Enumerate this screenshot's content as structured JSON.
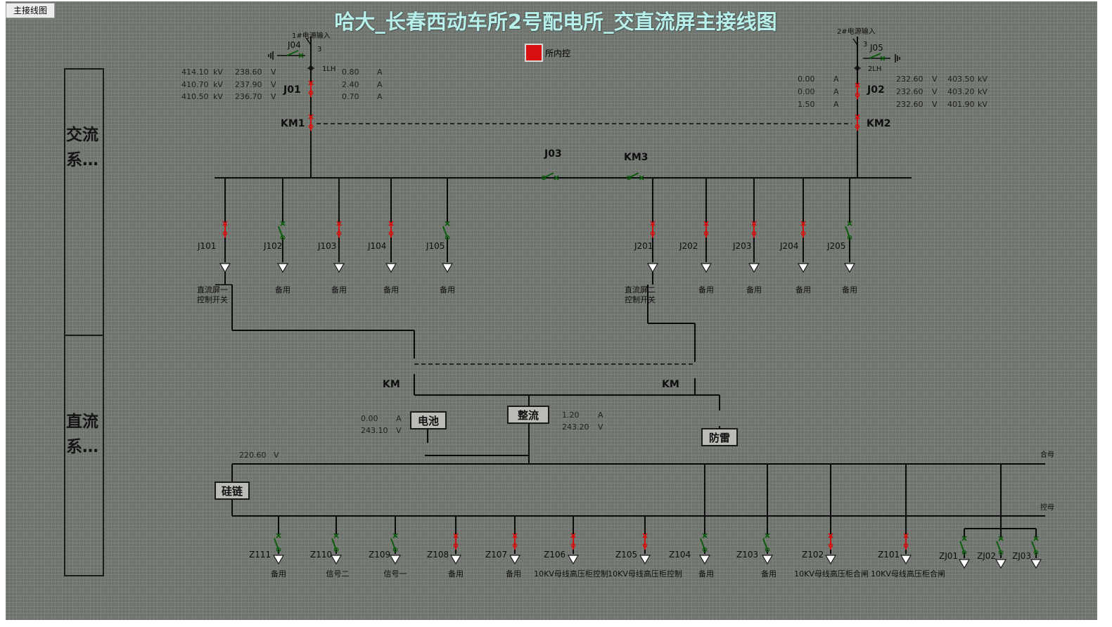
{
  "title": "哈大_长春西动车所2号配电所_交直流屏主接线图",
  "main_button": "主接线图",
  "control": {
    "label": "所内控",
    "color": "#d81010"
  },
  "side": {
    "ac": "交流系…",
    "dc": "直流系…"
  },
  "incoming": {
    "left": {
      "source": "1#电源输入",
      "switch": "J04",
      "ct": "1LH",
      "breaker": "J01",
      "contactor": "KM1",
      "ground_label": "3"
    },
    "right": {
      "source": "2#电源输入",
      "switch": "J05",
      "ct": "2LH",
      "breaker": "J02",
      "contactor": "KM2",
      "ground_label": "3"
    }
  },
  "left_measure": {
    "kv": [
      "414.10",
      "410.70",
      "410.50"
    ],
    "kv_unit": "kV",
    "v": [
      "238.60",
      "237.90",
      "236.70"
    ],
    "v_unit": "V",
    "a": [
      "0.80",
      "2.40",
      "0.70"
    ],
    "a_unit": "A"
  },
  "right_measure": {
    "a": [
      "0.00",
      "0.00",
      "1.50"
    ],
    "a_unit": "A",
    "v": [
      "232.60",
      "232.60",
      "232.60"
    ],
    "v_unit": "V",
    "kv": [
      "403.50",
      "403.20",
      "401.90"
    ],
    "kv_unit": "kV"
  },
  "bus_tie": {
    "j03": "J03",
    "km3": "KM3"
  },
  "ac_feeders": [
    {
      "id": "J101",
      "desc": [
        "直流屏一",
        "控制开关"
      ],
      "state": "closed"
    },
    {
      "id": "J102",
      "desc": [
        "备用"
      ],
      "state": "open"
    },
    {
      "id": "J103",
      "desc": [
        "备用"
      ],
      "state": "closed"
    },
    {
      "id": "J104",
      "desc": [
        "备用"
      ],
      "state": "closed"
    },
    {
      "id": "J105",
      "desc": [
        "备用"
      ],
      "state": "open"
    },
    {
      "id": "J201",
      "desc": [
        "直流屏二",
        "控制开关"
      ],
      "state": "closed"
    },
    {
      "id": "J202",
      "desc": [
        "备用"
      ],
      "state": "closed"
    },
    {
      "id": "J203",
      "desc": [
        "备用"
      ],
      "state": "closed"
    },
    {
      "id": "J204",
      "desc": [
        "备用"
      ],
      "state": "closed"
    },
    {
      "id": "J205",
      "desc": [
        "备用"
      ],
      "state": "open"
    }
  ],
  "dc": {
    "km_left": "KM",
    "km_right": "KM",
    "battery": {
      "label": "电池",
      "a": "0.00",
      "a_unit": "A",
      "v": "243.10",
      "v_unit": "V"
    },
    "rectifier": {
      "label": "整流",
      "a": "1.20",
      "a_unit": "A",
      "v": "243.20",
      "v_unit": "V"
    },
    "surge": "防雷",
    "silicon": "硅链",
    "bus_v": "220.60",
    "bus_v_unit": "V",
    "he_mu": "合母",
    "kong_mu": "控母"
  },
  "dc_feeders": [
    {
      "id": "Z111",
      "desc": "备用",
      "state": "open"
    },
    {
      "id": "Z110",
      "desc": "信号二",
      "state": "open"
    },
    {
      "id": "Z109",
      "desc": "信号一",
      "state": "open"
    },
    {
      "id": "Z108",
      "desc": "备用",
      "state": "closed"
    },
    {
      "id": "Z107",
      "desc": "备用",
      "state": "closed"
    },
    {
      "id": "Z106",
      "desc": "10KV母线高压柜控制",
      "state": "closed"
    },
    {
      "id": "Z105",
      "desc": "10KV母线高压柜控制",
      "state": "closed"
    },
    {
      "id": "Z104",
      "desc": "备用",
      "state": "open"
    },
    {
      "id": "Z103",
      "desc": "备用",
      "state": "open"
    },
    {
      "id": "Z102",
      "desc": "10KV母线高压柜合闸",
      "state": "closed"
    },
    {
      "id": "Z101",
      "desc": "10KV母线高压柜合闸",
      "state": "closed"
    }
  ],
  "zj_feeders": [
    {
      "id": "ZJ01",
      "state": "open"
    },
    {
      "id": "ZJ02",
      "state": "open"
    },
    {
      "id": "ZJ03",
      "state": "open"
    }
  ],
  "colors": {
    "closed": "#d40d0d",
    "open": "#0b5d0b",
    "line": "#0a0a0a",
    "title": "#b9efea"
  }
}
